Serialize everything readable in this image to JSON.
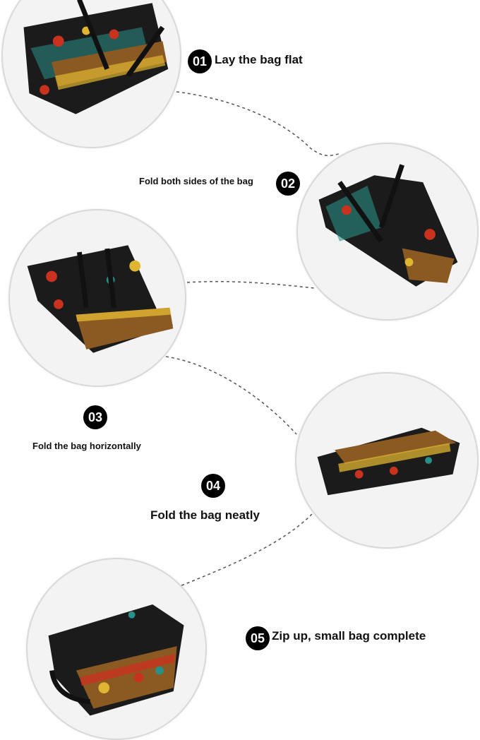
{
  "steps": [
    {
      "number": "01",
      "text": "Lay the bag flat"
    },
    {
      "number": "02",
      "text": "Fold both sides of the bag"
    },
    {
      "number": "03",
      "text": "Fold the bag horizontally"
    },
    {
      "number": "04",
      "text": "Fold the bag neatly"
    },
    {
      "number": "05",
      "text": "Zip up, small bag complete"
    }
  ],
  "colors": {
    "background": "#ffffff",
    "circle_fill": "#f3f3f3",
    "circle_border": "#d9d9d9",
    "badge": "#000000",
    "bag_black": "#1b1b1b",
    "bag_brown": "#8a5a22",
    "bag_red": "#c8321f",
    "bag_teal": "#2a8f86",
    "bag_yellow": "#e0b531"
  }
}
